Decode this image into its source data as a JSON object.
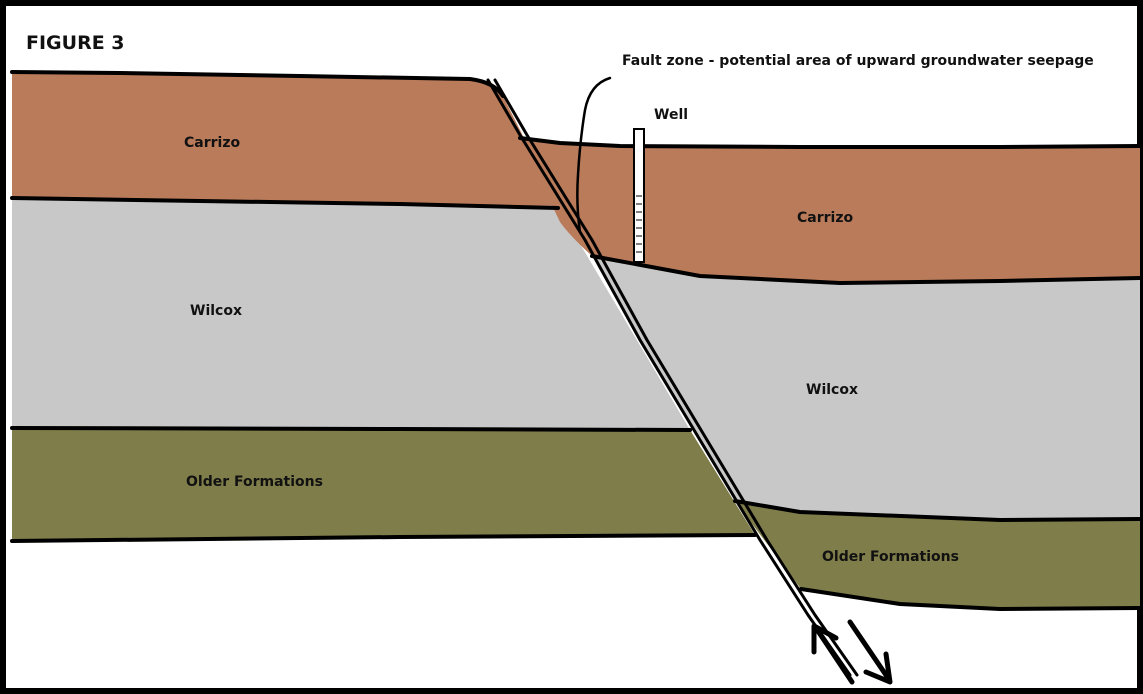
{
  "figure": {
    "title": "FIGURE 3",
    "fault_callout": "Fault zone - potential area of upward groundwater seepage",
    "well_label": "Well"
  },
  "upthrown_block": {
    "carrizo": "Carrizo",
    "wilcox": "Wilcox",
    "older": "Older Formations"
  },
  "downthrown_block": {
    "carrizo": "Carrizo",
    "wilcox": "Wilcox",
    "older": "Older Formations"
  },
  "colors": {
    "carrizo": "#b97b5a",
    "wilcox": "#c8c8c8",
    "older": "#7f7d4a",
    "outline": "#000000",
    "background": "#ffffff"
  },
  "icons": {
    "fault_arrows": "fault-slip-arrows-icon",
    "well": "well-casing-icon"
  }
}
